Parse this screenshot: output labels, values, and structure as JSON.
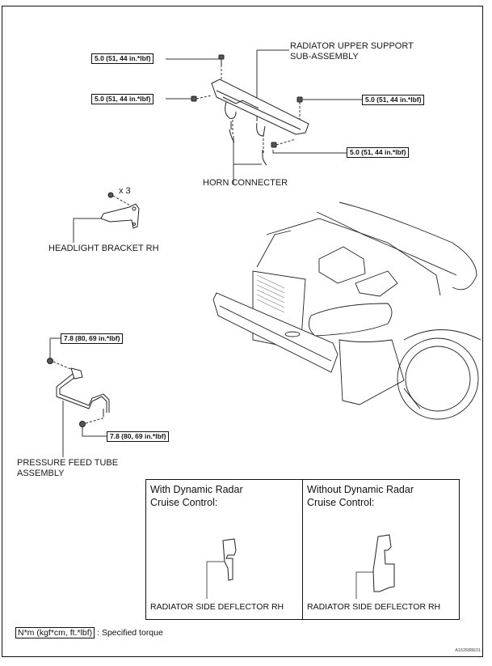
{
  "diagram": {
    "type": "exploded-parts-illustration",
    "torque_specs": {
      "upper_bolt_top": "5.0 (51, 44 in.*lbf)",
      "upper_bolt_left": "5.0 (51, 44 in.*lbf)",
      "upper_bolt_right": "5.0 (51, 44 in.*lbf)",
      "upper_bolt_lower_right": "5.0 (51, 44 in.*lbf)",
      "tube_bolt_top": "7.8 (80, 69 in.*lbf)",
      "tube_bolt_bottom": "7.8 (80, 69 in.*lbf)"
    },
    "labels": {
      "radiator_upper_support": "RADIATOR UPPER SUPPORT\nSUB-ASSEMBLY",
      "radiator_upper_support_line1": "RADIATOR UPPER SUPPORT",
      "radiator_upper_support_line2": "SUB-ASSEMBLY",
      "horn_connecter": "HORN CONNECTER",
      "nut_quantity": "x 3",
      "headlight_bracket": "HEADLIGHT BRACKET RH",
      "pressure_feed_tube_line1": "PRESSURE FEED TUBE",
      "pressure_feed_tube_line2": "ASSEMBLY"
    },
    "panels": [
      {
        "title_line1": "With Dynamic Radar",
        "title_line2": "Cruise Control:",
        "caption": "RADIATOR SIDE DEFLECTOR RH"
      },
      {
        "title_line1": "Without Dynamic Radar",
        "title_line2": "Cruise Control:",
        "caption": "RADIATOR SIDE DEFLECTOR RH"
      }
    ],
    "legend": {
      "unit_box": "N*m (kgf*cm, ft.*lbf)",
      "description": ": Specified torque"
    },
    "figure_code": "A162688E01"
  }
}
